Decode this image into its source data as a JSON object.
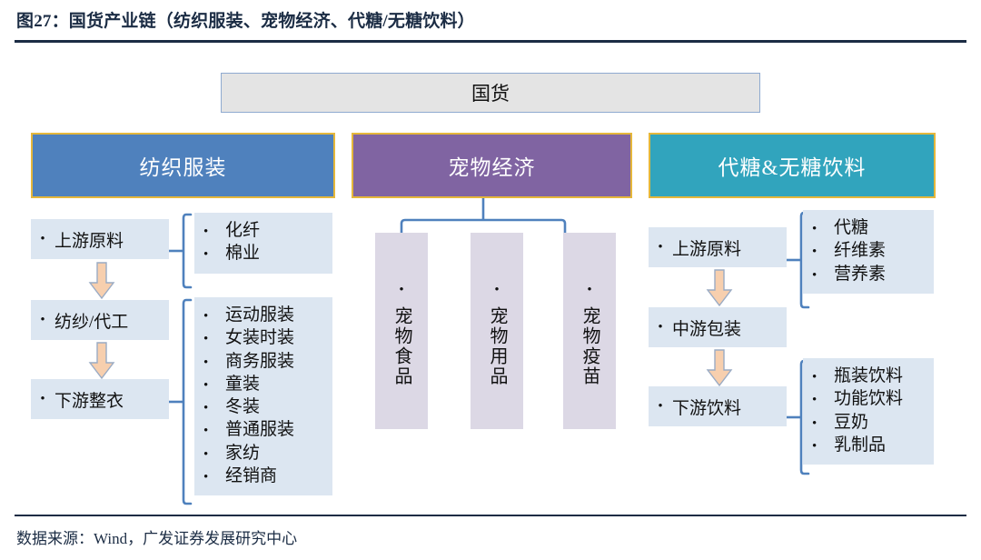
{
  "figure": {
    "title": "图27：国货产业链（纺织服装、宠物经济、代糖/无糖饮料）",
    "source": "数据来源：Wind，广发证券发展研究中心"
  },
  "root": {
    "label": "国货"
  },
  "colors": {
    "root_fill": "#e4e4e4",
    "root_border": "#8faad0",
    "textile_header": "#4f81bd",
    "pet_header": "#8064a2",
    "sugar_header": "#31a4bd",
    "header_border": "#e5b73b",
    "node_fill": "#dce6f1",
    "pet_box_fill": "#dcd8e5",
    "arrow_fill": "#f7cfae",
    "arrow_border": "#9aabc4",
    "connector": "#4f81bd",
    "rule": "#1b2c44"
  },
  "columns": {
    "textile": {
      "header": "纺织服装",
      "stages": [
        {
          "label": "上游原料"
        },
        {
          "label": "纺纱/代工"
        },
        {
          "label": "下游整衣"
        }
      ],
      "sublist_upstream": [
        "化纤",
        "棉业"
      ],
      "sublist_downstream": [
        "运动服装",
        "女装时装",
        "商务服装",
        "童装",
        "冬装",
        "普通服装",
        "家纺",
        "经销商"
      ]
    },
    "pet": {
      "header": "宠物经济",
      "items": [
        "宠物食品",
        "宠物用品",
        "宠物疫苗"
      ]
    },
    "sugar": {
      "header": "代糖&无糖饮料",
      "stages": [
        {
          "label": "上游原料"
        },
        {
          "label": "中游包装"
        },
        {
          "label": "下游饮料"
        }
      ],
      "sublist_upstream": [
        "代糖",
        "纤维素",
        "营养素"
      ],
      "sublist_downstream": [
        "瓶装饮料",
        "功能饮料",
        "豆奶",
        "乳制品"
      ]
    }
  },
  "glyphs": {
    "bullet": "•"
  }
}
